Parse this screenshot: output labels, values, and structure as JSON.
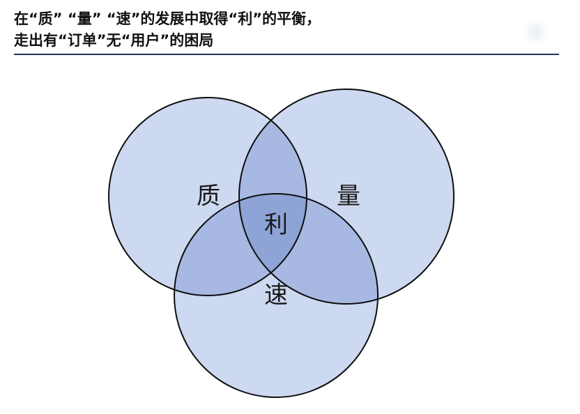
{
  "header": {
    "title_line1": "在“质” “量” “速”的发展中取得“利”的平衡，",
    "title_line2": "走出有“订单”无“用户”的困局"
  },
  "venn": {
    "labels": {
      "quality": "质",
      "quantity": "量",
      "speed": "速",
      "profit": "利"
    },
    "colors": {
      "circle_fill": "#cdd9f0",
      "pair_overlap_fill": "#a7b9e2",
      "center_fill": "#8ea4d6",
      "stroke": "#0d0d0d",
      "divider": "#1f3555"
    }
  }
}
